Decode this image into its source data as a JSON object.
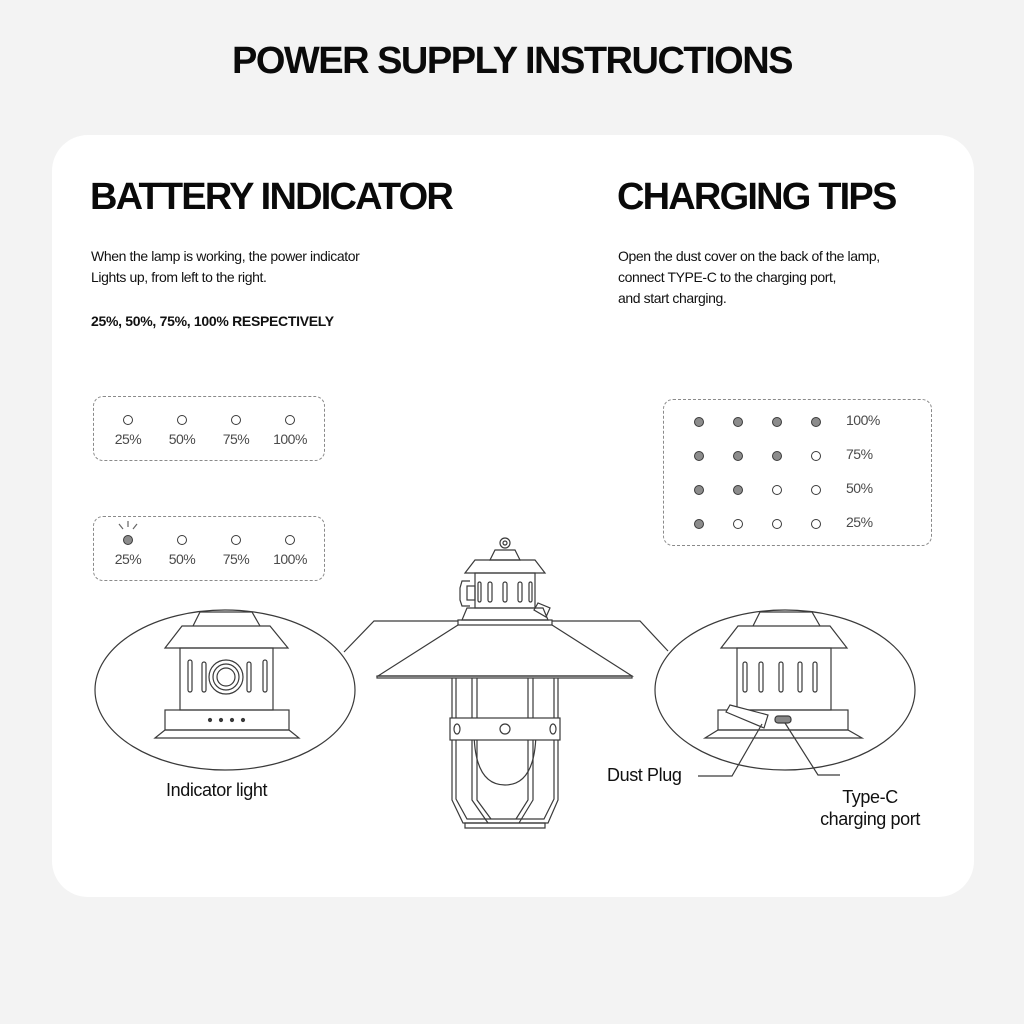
{
  "page_title": "POWER SUPPLY INSTRUCTIONS",
  "battery": {
    "title": "BATTERY INDICATOR",
    "description_lines": [
      "When the lamp is working, the power indicator",
      "Lights up,  from left to  the right."
    ],
    "respectively": "25%, 50%, 75%, 100% RESPECTIVELY",
    "states": [
      {
        "name": "all-off",
        "indicators": [
          {
            "label": "25%",
            "on": false
          },
          {
            "label": "50%",
            "on": false
          },
          {
            "label": "75%",
            "on": false
          },
          {
            "label": "100%",
            "on": false
          }
        ]
      },
      {
        "name": "first-blinking",
        "indicators": [
          {
            "label": "25%",
            "on": true,
            "blinking": true
          },
          {
            "label": "50%",
            "on": false
          },
          {
            "label": "75%",
            "on": false
          },
          {
            "label": "100%",
            "on": false
          }
        ]
      }
    ],
    "callout_label": "Indicator light"
  },
  "charging": {
    "title": "CHARGING TIPS",
    "description_lines": [
      "Open the dust cover on the back of the lamp,",
      "connect TYPE-C to the charging port,",
      "and start charging."
    ],
    "level_table": [
      {
        "label": "100%",
        "lit": 4
      },
      {
        "label": "75%",
        "lit": 3
      },
      {
        "label": "50%",
        "lit": 2
      },
      {
        "label": "25%",
        "lit": 1
      }
    ],
    "callouts": {
      "dust_plug": "Dust Plug",
      "port_line1": "Type-C",
      "port_line2": "charging port"
    }
  },
  "colors": {
    "page_bg": "#f3f3f3",
    "card_bg": "#ffffff",
    "dot_lit": "#8c8c8c",
    "line": "#3a3a3a"
  }
}
